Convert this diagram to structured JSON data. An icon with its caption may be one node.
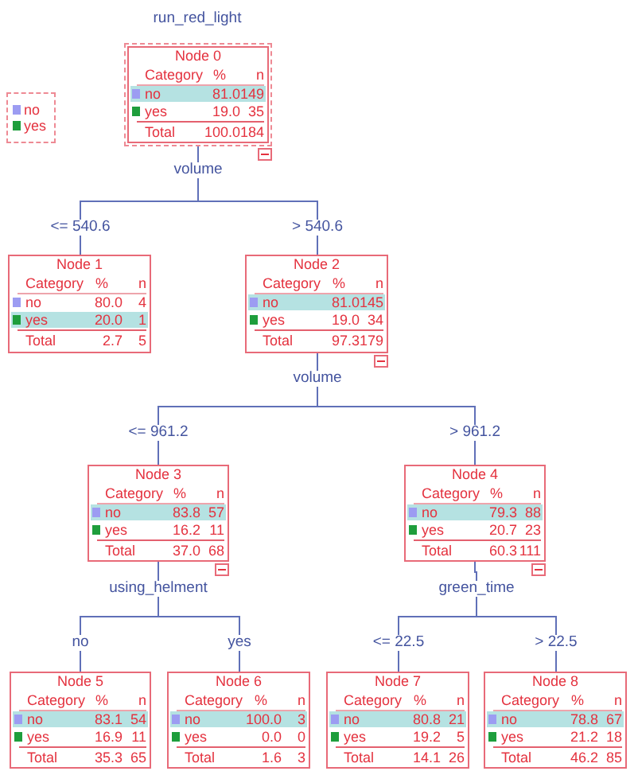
{
  "diagram": {
    "title": "run_red_light",
    "nodes": [
      {
        "text": [
          "Node 0",
          "Category",
          "%",
          "n",
          "no",
          "81.0",
          "149",
          "yes",
          "19.0",
          "35",
          "Total",
          "100.0",
          "184"
        ]
      },
      {
        "text": [
          "volume"
        ]
      },
      {
        "text": [
          "Node 1",
          "Category",
          "%",
          "n",
          "no",
          "80.0",
          "4",
          "yes",
          "20.0",
          "1",
          "Total",
          "2.7",
          "5"
        ]
      },
      {
        "text": [
          "Node 2",
          "Category",
          "%",
          "n",
          "no",
          "81.0",
          "145",
          "yes",
          "19.0",
          "34",
          "Total",
          "97.3",
          "179"
        ]
      },
      {
        "text": [
          "volume"
        ]
      },
      {
        "text": [
          "Node 3",
          "Category",
          "%",
          "n",
          "no",
          "83.8",
          "57",
          "yes",
          "16.2",
          "11",
          "Total",
          "37.0",
          "68"
        ]
      },
      {
        "text": [
          "Node 4",
          "Category",
          "%",
          "n",
          "no",
          "79.3",
          "88",
          "yes",
          "20.7",
          "23",
          "Total",
          "60.3",
          "111"
        ]
      },
      {
        "text": [
          "using_helment"
        ]
      },
      {
        "text": [
          "green_time"
        ]
      },
      {
        "text": [
          "Node 5",
          "Category",
          "%",
          "n",
          "no",
          "83.1",
          "54",
          "yes",
          "16.9",
          "11",
          "Total",
          "35.3",
          "65"
        ]
      },
      {
        "text": [
          "Node 6",
          "Category",
          "%",
          "n",
          "no",
          "100.0",
          "3",
          "yes",
          "0.0",
          "0",
          "Total",
          "1.6",
          "3"
        ]
      },
      {
        "text": [
          "Node 7",
          "Category",
          "%",
          "n",
          "no",
          "80.8",
          "21",
          "yes",
          "19.2",
          "5",
          "Total",
          "14.1",
          "26"
        ]
      },
      {
        "text": [
          "Node 8",
          "Category",
          "%",
          "n",
          "no",
          "78.8",
          "67",
          "yes",
          "21.2",
          "18",
          "Total",
          "46.2",
          "85"
        ]
      }
    ],
    "edges": [
      {
        "from": 0,
        "to": 1,
        "arrow": "none"
      },
      {
        "from": 1,
        "to": 2,
        "arrow": "none",
        "label": "<= 540.6"
      },
      {
        "from": 1,
        "to": 3,
        "arrow": "none",
        "label": "> 540.6"
      },
      {
        "from": 3,
        "to": 4,
        "arrow": "none"
      },
      {
        "from": 4,
        "to": 5,
        "arrow": "none",
        "label": "<= 961.2"
      },
      {
        "from": 4,
        "to": 6,
        "arrow": "none",
        "label": "> 961.2"
      },
      {
        "from": 5,
        "to": 7,
        "arrow": "none"
      },
      {
        "from": 7,
        "to": 9,
        "arrow": "none",
        "label": "no"
      },
      {
        "from": 7,
        "to": 10,
        "arrow": "none",
        "label": "yes"
      },
      {
        "from": 6,
        "to": 8,
        "arrow": "none"
      },
      {
        "from": 8,
        "to": 11,
        "arrow": "none",
        "label": "<= 22.5"
      },
      {
        "from": 8,
        "to": 12,
        "arrow": "none",
        "label": "> 22.5"
      }
    ],
    "legend": [
      {
        "text": "no",
        "color": "#9c9cf2"
      },
      {
        "text": "yes",
        "color": "#1e9e3c"
      }
    ]
  }
}
